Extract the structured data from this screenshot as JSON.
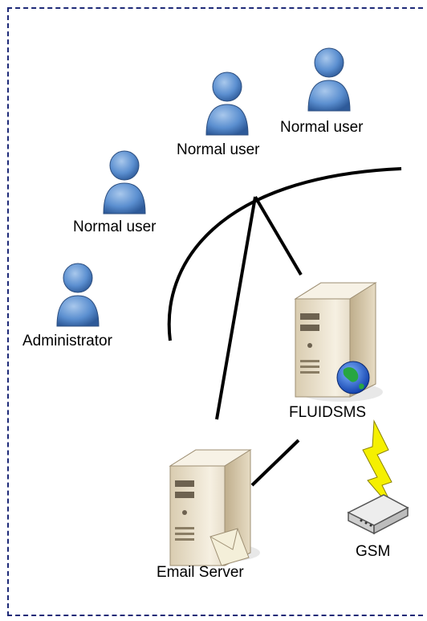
{
  "diagram": {
    "users": [
      {
        "label": "Normal user"
      },
      {
        "label": "Normal user"
      },
      {
        "label": "Normal user"
      },
      {
        "label": "Administrator"
      }
    ],
    "nodes": {
      "fluidsms": {
        "label": "FLUIDSMS"
      },
      "email_server": {
        "label": "Email Server"
      },
      "gsm": {
        "label": "GSM"
      }
    }
  },
  "colors": {
    "frame_border": "#1e2a78",
    "user_icon": "#4f86c6",
    "server_body": "#efe6d2",
    "lightning": "#f5f000",
    "lines": "#000000"
  }
}
